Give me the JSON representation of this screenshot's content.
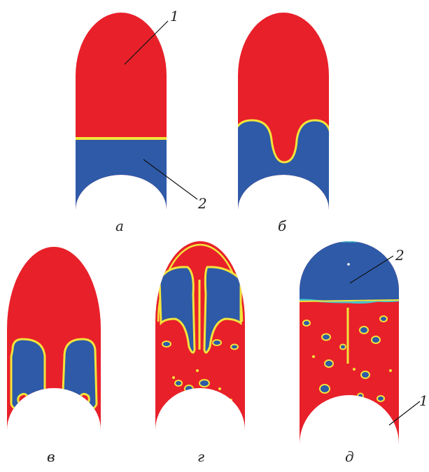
{
  "colors": {
    "heavy_fluid": "#e8202a",
    "light_fluid": "#2e5aa8",
    "interface_outer": "#f2e43a",
    "interface_inner": "#47c4cf",
    "leader": "#111111",
    "background": "#ffffff"
  },
  "panels": [
    {
      "id": "a",
      "caption": "а"
    },
    {
      "id": "b",
      "caption": "б"
    },
    {
      "id": "v",
      "caption": "в"
    },
    {
      "id": "g",
      "caption": "г"
    },
    {
      "id": "d",
      "caption": "д"
    }
  ],
  "labels": {
    "a_top": "1",
    "a_bottom": "2",
    "d_top": "2",
    "d_bottom": "1"
  }
}
